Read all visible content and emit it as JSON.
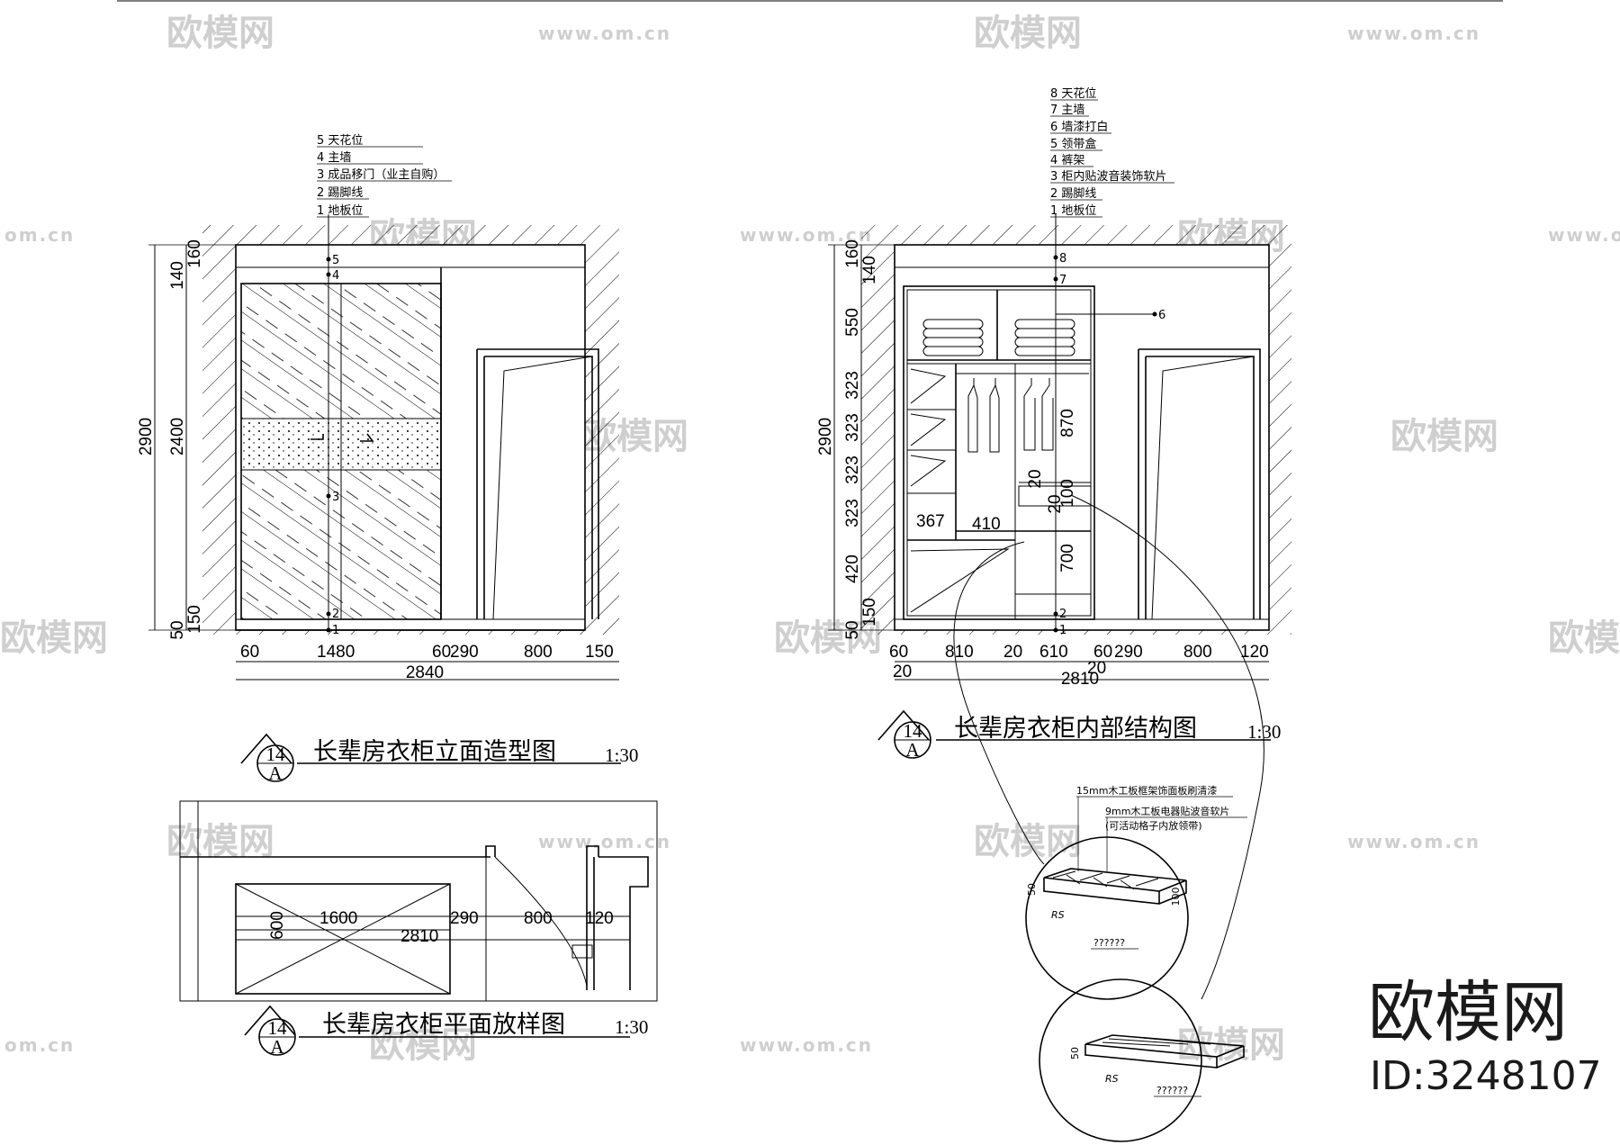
{
  "watermark": {
    "brand": "欧模网",
    "url": "www.om.cn",
    "url_short": "om.cn"
  },
  "elevation": {
    "title": "长辈房衣柜立面造型图",
    "scale": "1:30",
    "badge_num": "14",
    "badge_letter": "A",
    "labels": [
      "5 天花位",
      "4 主墙",
      "3 成品移门（业主自购）",
      "2 踢脚线",
      "1 地板位"
    ],
    "markers": [
      "5",
      "4",
      "3",
      "2",
      "1"
    ],
    "dims_left": [
      "2900",
      "2400",
      "140",
      "160",
      "150",
      "50"
    ],
    "dims_bottom": [
      "60",
      "1480",
      "60",
      "290",
      "800",
      "150"
    ],
    "total": "2840"
  },
  "interior": {
    "title": "长辈房衣柜内部结构图",
    "scale": "1:30",
    "badge_num": "14",
    "badge_letter": "A",
    "labels": [
      "8 天花位",
      "7 主墙",
      "6 墙漆打白",
      "5 领带盒",
      "4 裤架",
      "3 柜内贴波音装饰软片",
      "2 踢脚线",
      "1 地板位"
    ],
    "markers": [
      "8",
      "7",
      "6",
      "2",
      "1"
    ],
    "dims_left": [
      "2900",
      "160",
      "140",
      "550",
      "323",
      "323",
      "323",
      "323",
      "420",
      "150",
      "50"
    ],
    "dims_inner": [
      "870",
      "700",
      "367",
      "410",
      "20",
      "100",
      "20"
    ],
    "dims_bottom": [
      "60",
      "810",
      "20",
      "610",
      "60",
      "290",
      "800",
      "120"
    ],
    "dims_bottom2": [
      "20",
      "20"
    ],
    "total": "2810"
  },
  "plan": {
    "title": "长辈房衣柜平面放样图",
    "scale": "1:30",
    "badge_num": "14",
    "badge_letter": "A",
    "dims": [
      "600",
      "1600",
      "2810",
      "290",
      "800",
      "120"
    ]
  },
  "detail": {
    "note1": "15mm木工板框架饰面板刷清漆",
    "note2": "9mm木工板电器贴波音软片",
    "note3": "(可活动格子内放领带)",
    "dim_a": "50",
    "dim_b": "RS",
    "dim_c": "100",
    "dim_d": "??????",
    "dim_e": "50",
    "dim_f": "RS",
    "dim_g": "??????"
  },
  "brand_logo": {
    "name": "欧模网",
    "id": "ID:3248107"
  }
}
